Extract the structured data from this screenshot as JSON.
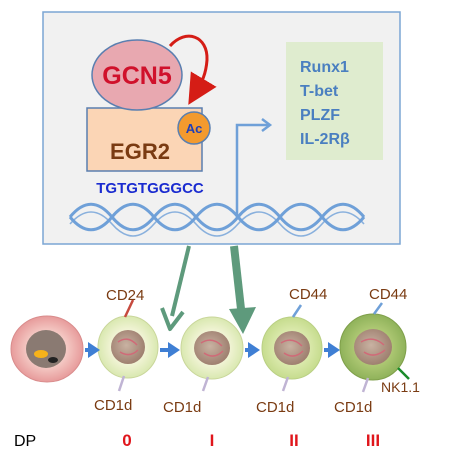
{
  "regulation": {
    "coactivator": "GCN5",
    "transcription_factor": "EGR2",
    "modification": "Ac",
    "binding_motif": "TGTGTGGGCC"
  },
  "target_genes": [
    "Runx1",
    "T-bet",
    "PLZF",
    "IL-2Rβ"
  ],
  "stages": {
    "labels": [
      "DP",
      "0",
      "I",
      "II",
      "III"
    ]
  },
  "markers": {
    "cd24": "CD24",
    "cd44_stage2": "CD44",
    "cd44_stage3": "CD44",
    "cd1d_stage0": "CD1d",
    "cd1d_stage1": "CD1d",
    "cd1d_stage2": "CD1d",
    "cd1d_stage3": "CD1d",
    "nk11": "NK1.1"
  },
  "colors": {
    "gcn5_fill": "#e8a8b0",
    "gcn5_text": "#d0112b",
    "egr2_fill": "#fbd5b5",
    "egr2_text": "#7a3b12",
    "ac_fill": "#f39a2e",
    "motif_text": "#1a2bd0",
    "gene_box_fill": "#dfeccf",
    "gene_text": "#4a7fc0",
    "dna": "#6fa0d8",
    "green_arrow": "#5e9a7c",
    "stage_label": "#e0161c",
    "marker_text": "#7a3b12",
    "cell_arrow": "#3f7fd4"
  }
}
